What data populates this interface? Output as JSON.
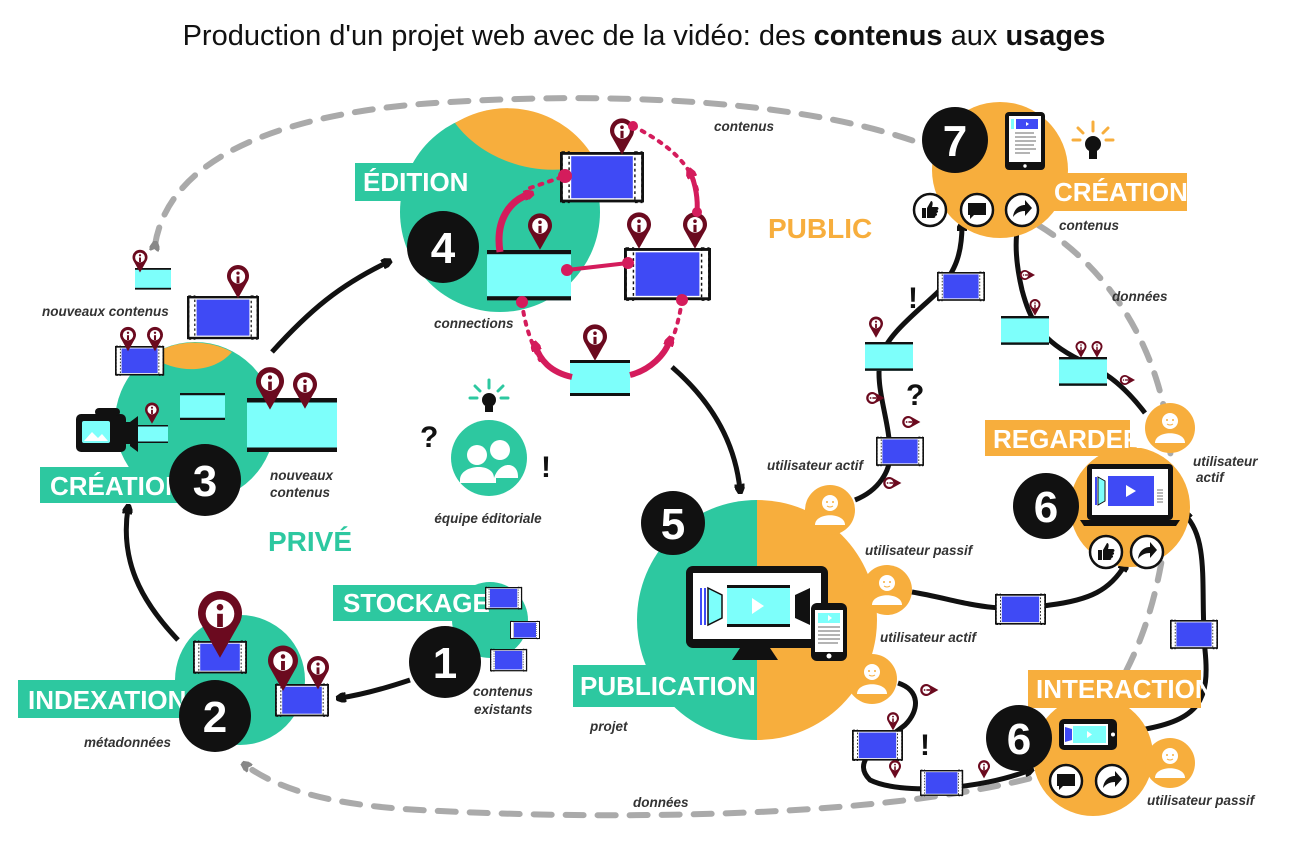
{
  "title": {
    "part1": "Production d'un projet web avec de la vidéo: des ",
    "bold1": "contenus",
    "part2": " aux ",
    "bold2": "usages"
  },
  "colors": {
    "teal": "#2dc8a0",
    "orange": "#f7ae3d",
    "black": "#111111",
    "video_blue": "#3f4af5",
    "video_cyan": "#7dfffb",
    "marker": "#6b0a1f",
    "connection": "#d41c5c",
    "dashed": "#aaaaaa"
  },
  "zones": {
    "private": "PRIVÉ",
    "public": "PUBLIC"
  },
  "steps": [
    {
      "number": "1",
      "label": "STOCKAGE",
      "note": [
        "contenus",
        "existants"
      ]
    },
    {
      "number": "2",
      "label": "INDEXATION",
      "note": [
        "métadonnées"
      ]
    },
    {
      "number": "3",
      "label": "CRÉATION",
      "note": [
        "nouveaux",
        "contenus"
      ]
    },
    {
      "number": "4",
      "label": "ÉDITION",
      "note": [
        "connections"
      ]
    },
    {
      "number": "5",
      "label": "PUBLICATION",
      "note": [
        "projet"
      ]
    },
    {
      "number": "6",
      "label": "REGARDER",
      "note": [
        "utilisateur",
        "actif"
      ]
    },
    {
      "number": "6",
      "label": "INTERACTION",
      "note": [
        "utilisateur passif"
      ]
    },
    {
      "number": "7",
      "label": "CRÉATION",
      "note": [
        "contenus"
      ]
    }
  ],
  "annotations": {
    "new_content_top": "nouveaux contenus",
    "editorial_team": "équipe éditoriale",
    "loop_top": "contenus",
    "loop_right": "données",
    "loop_bottom": "données",
    "user_active_top": "utilisateur actif",
    "user_passive": "utilisateur passif",
    "user_active_bottom": "utilisateur actif",
    "question": "?",
    "exclaim": "!"
  },
  "icons": {
    "camera": "video-camera-icon",
    "lightbulb": "lightbulb-icon",
    "user": "user-icon",
    "team": "team-icon",
    "like": "thumbs-up-icon",
    "comment": "comment-icon",
    "share": "share-icon",
    "info_marker": "info-pin-icon",
    "video": "video-clip-icon",
    "monitor": "monitor-icon",
    "phone": "phone-icon",
    "tablet": "tablet-icon",
    "laptop": "laptop-icon"
  }
}
